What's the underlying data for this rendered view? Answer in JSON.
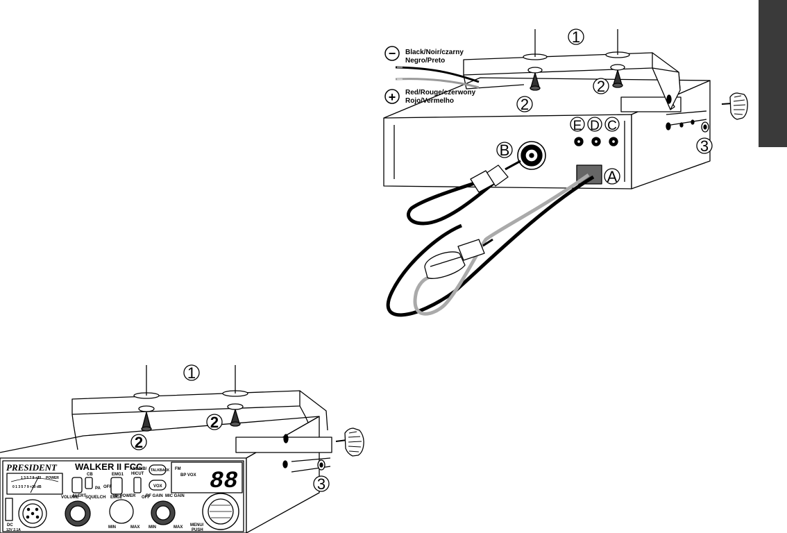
{
  "wiring": {
    "negative_symbol": "−",
    "positive_symbol": "+",
    "negative_label_1": "Black/Noir/czarny",
    "negative_label_2": "Negro/Preto",
    "positive_label_1": "Red/Rouge/czerwony",
    "positive_label_2": "Rojo/Vermelho"
  },
  "callouts": {
    "bracket": "1",
    "screw": "2",
    "knob": "3",
    "port_a": "A",
    "port_b": "B",
    "port_c": "C",
    "port_d": "D",
    "port_e": "E"
  },
  "radio": {
    "brand": "PRESIDENT",
    "model": "WALKER II FCC",
    "meter_scale": "1  3  5  7  9  +10",
    "meter_power": "POWER",
    "meter_scale2": "0 1  3  5  7  9 +20 dB",
    "btn_cb": "CB",
    "btn_pa": "PA",
    "btn_alert": "ALERT",
    "btn_emg1": "EMG1",
    "btn_emg2": "EMG2",
    "btn_off": "OFF",
    "btn_anl": "ANL/NB/",
    "btn_hicut": "HICUT",
    "btn_off2": "OFF",
    "btn_talkback": "TALKBACK",
    "btn_vox": "VOX",
    "lcd_digits": "88",
    "lcd_fm": "FM",
    "lcd_bp": "BP VOX",
    "knob_volume": "VOLUME",
    "knob_squelch": "SQUELCH",
    "knob_rf_power": "RF POWER",
    "knob_rf_gain": "RF GAIN",
    "knob_mic_gain": "MIC GAIN",
    "min_1": "MIN",
    "max_1": "MAX",
    "min_2": "MIN",
    "max_2": "MAX",
    "menu": "MENU/",
    "push": "PUSH",
    "dc": "DC",
    "dc_spec": "12V 2.1A"
  }
}
